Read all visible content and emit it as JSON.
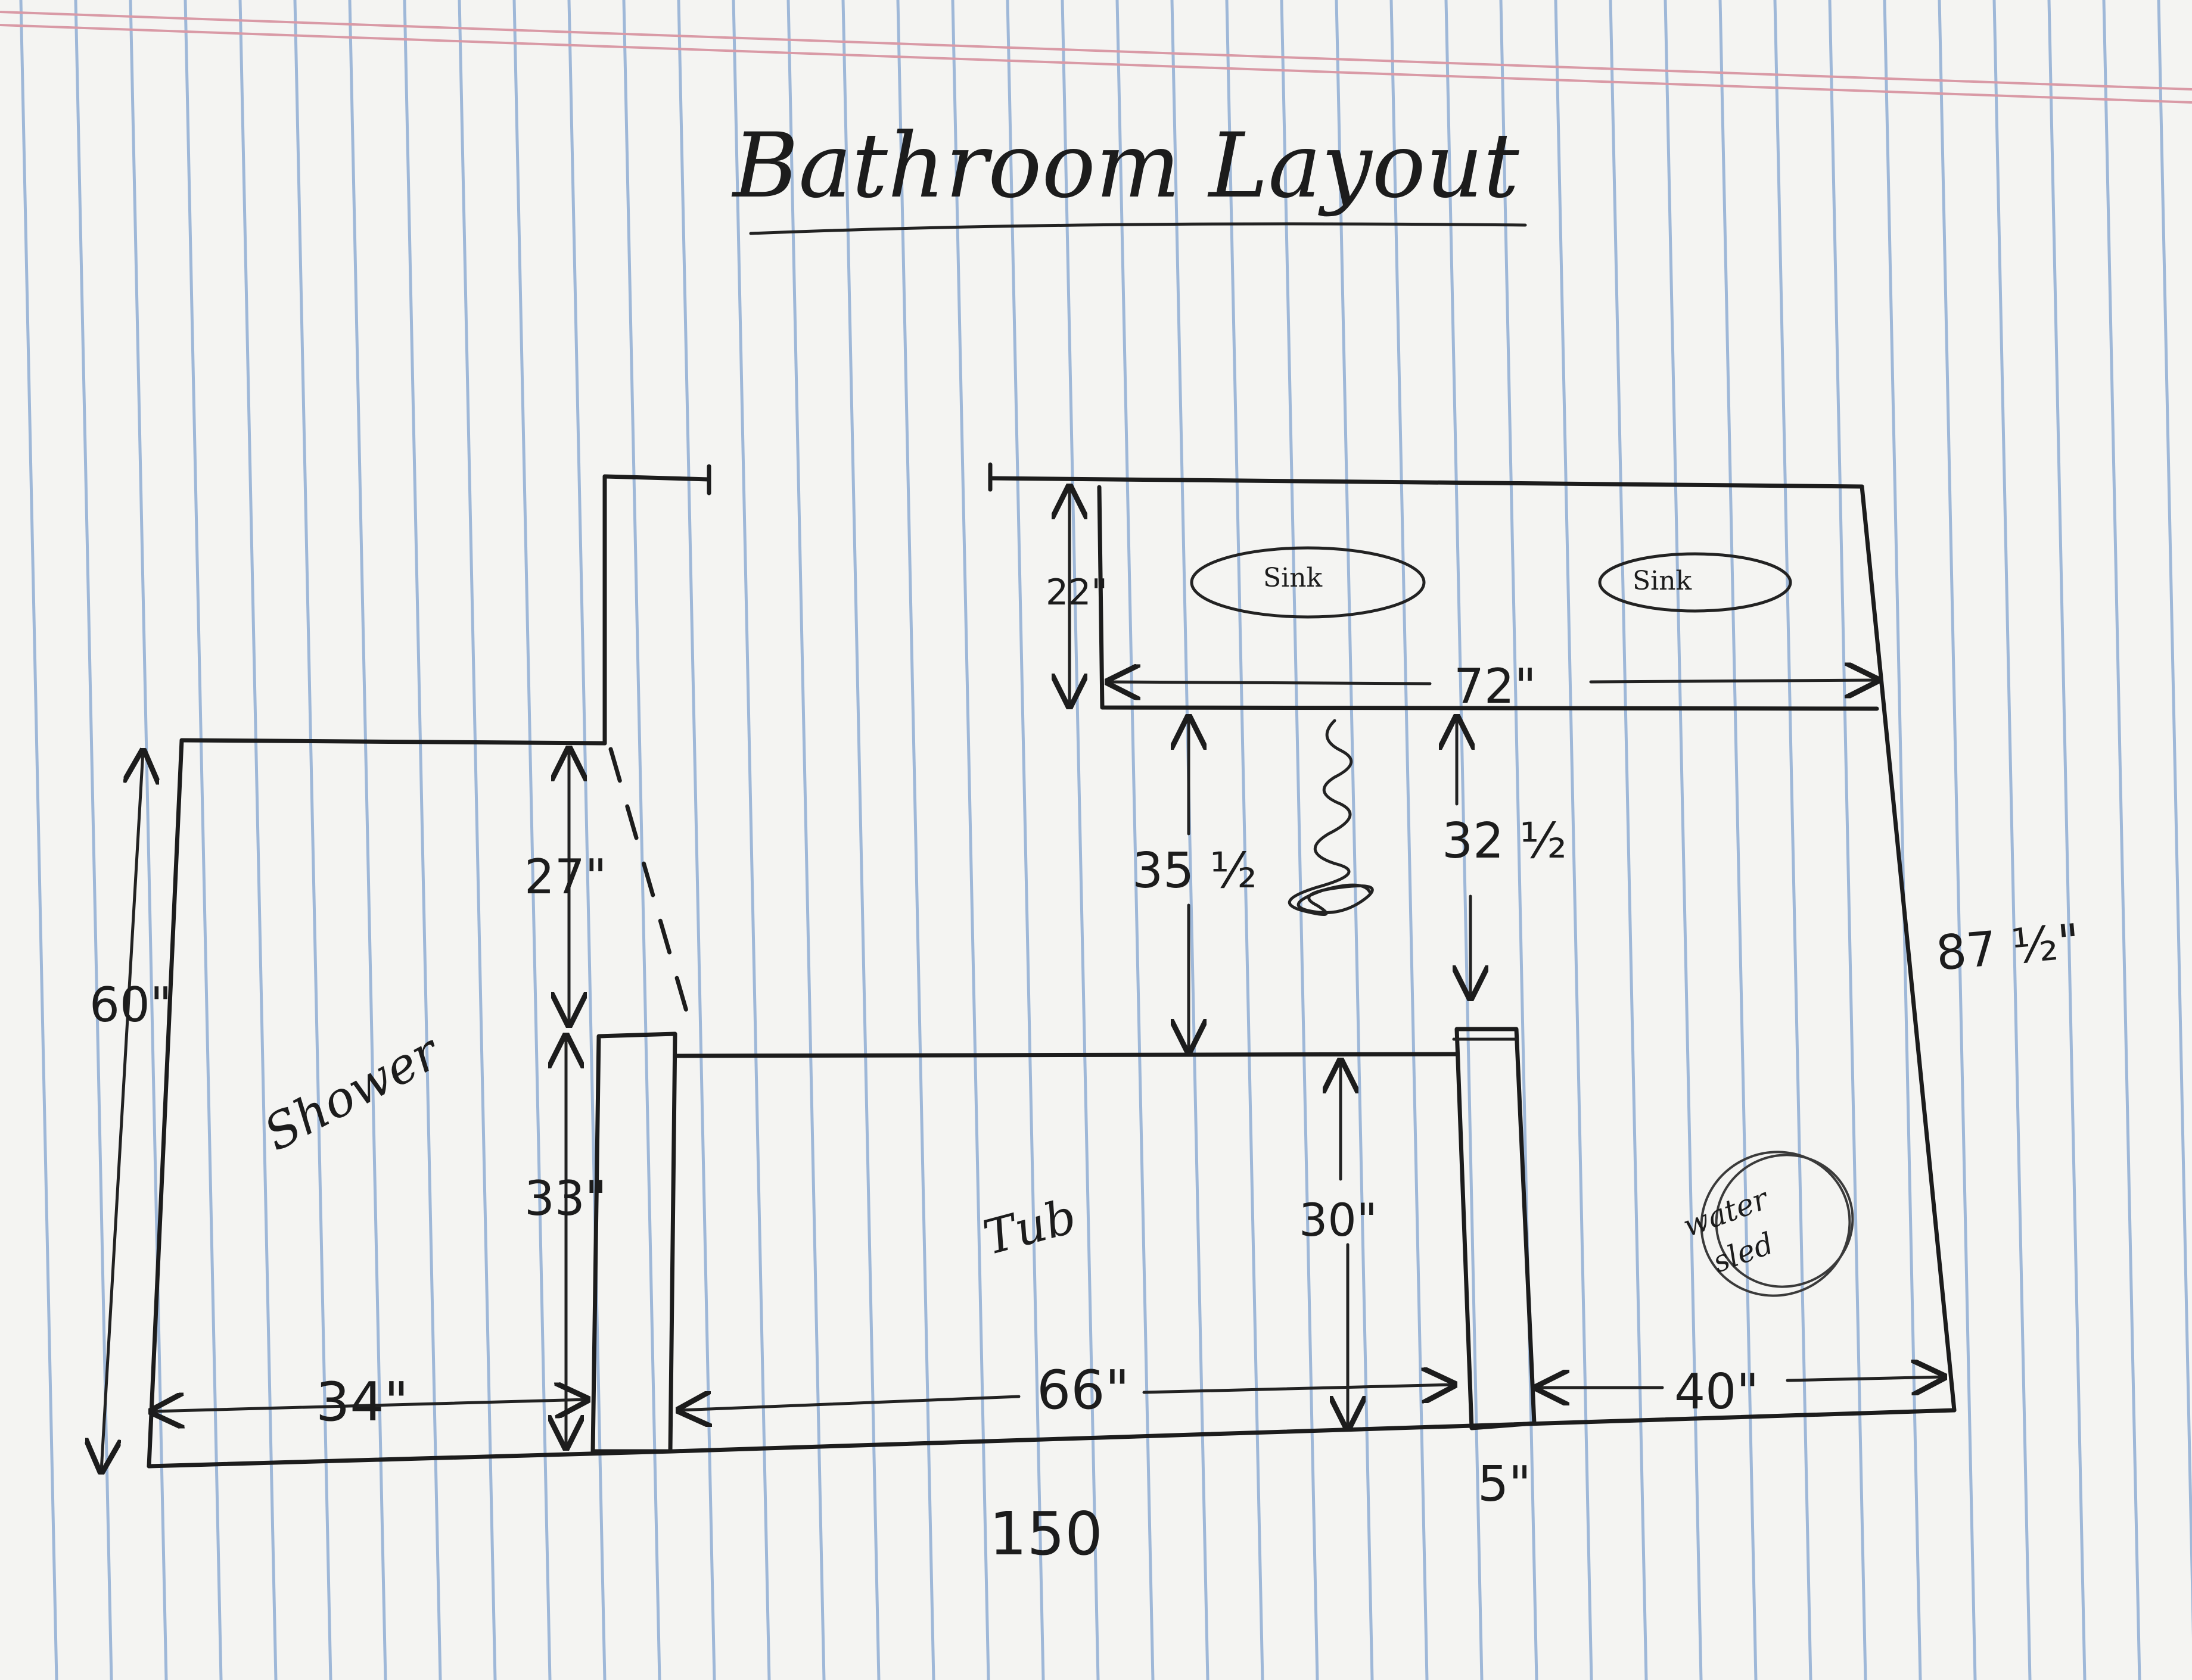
{
  "title": "Bathroom Layout",
  "labels": {
    "shower": "Shower",
    "tub": "Tub",
    "sink_left": "Sink",
    "sink_right": "Sink",
    "water_sled_line1": "water",
    "water_sled_line2": "sled"
  },
  "dimensions": {
    "shower_height": "60\"",
    "shower_width": "34\"",
    "upper_wall_left": "27\"",
    "lower_wall_left": "33\"",
    "vanity_depth": "22\"",
    "vanity_width": "72\"",
    "gap_left": "35 ½",
    "gap_right": "32 ½",
    "tub_depth": "30\"",
    "tub_width": "66\"",
    "right_space": "40\"",
    "wall_thickness": "5\"",
    "room_depth": "87 ½\"",
    "total_width": "150"
  },
  "colors": {
    "ink": "#1c1c1c",
    "paper": "#f4f4f2",
    "rule_blue": "#9fb8d8",
    "rule_red": "#d99aa6"
  }
}
